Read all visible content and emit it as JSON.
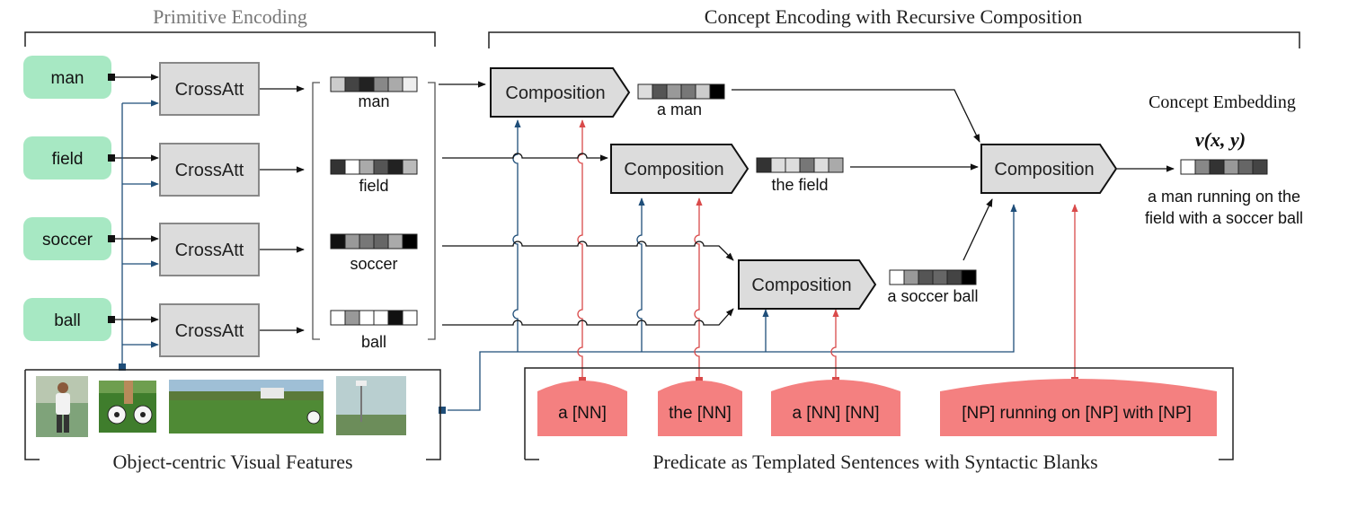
{
  "sections": {
    "primitive_encoding": "Primitive Encoding",
    "concept_encoding": "Concept Encoding with Recursive Composition",
    "visual_features": "Object-centric Visual Features",
    "predicates": "Predicate as Templated Sentences with Syntactic Blanks",
    "concept_embedding": "Concept Embedding"
  },
  "primitives": [
    {
      "word": "man",
      "crossatt": "CrossAtt",
      "vector_label": "man",
      "vector_shades": [
        "#cccccc",
        "#444444",
        "#222222",
        "#888888",
        "#aaaaaa",
        "#eeeeee"
      ]
    },
    {
      "word": "field",
      "crossatt": "CrossAtt",
      "vector_label": "field",
      "vector_shades": [
        "#333333",
        "#ffffff",
        "#aaaaaa",
        "#555555",
        "#222222",
        "#bbbbbb"
      ]
    },
    {
      "word": "soccer",
      "crossatt": "CrossAtt",
      "vector_label": "soccer",
      "vector_shades": [
        "#111111",
        "#999999",
        "#777777",
        "#666666",
        "#aaaaaa",
        "#000000"
      ]
    },
    {
      "word": "ball",
      "crossatt": "CrossAtt",
      "vector_label": "ball",
      "vector_shades": [
        "#ffffff",
        "#999999",
        "#ffffff",
        "#ffffff",
        "#111111",
        "#ffffff"
      ]
    }
  ],
  "compositions": [
    {
      "label": "Composition",
      "output_label": "a man",
      "vector_shades": [
        "#dddddd",
        "#555555",
        "#999999",
        "#777777",
        "#cccccc",
        "#000000"
      ]
    },
    {
      "label": "Composition",
      "output_label": "the field",
      "vector_shades": [
        "#333333",
        "#dddddd",
        "#dddddd",
        "#777777",
        "#dddddd",
        "#aaaaaa"
      ]
    },
    {
      "label": "Composition",
      "output_label": "a soccer ball",
      "vector_shades": [
        "#ffffff",
        "#999999",
        "#555555",
        "#666666",
        "#444444",
        "#000000"
      ]
    },
    {
      "label": "Composition"
    }
  ],
  "embedding": {
    "formula": "v(x, y)",
    "vector_shades": [
      "#ffffff",
      "#888888",
      "#333333",
      "#999999",
      "#666666",
      "#444444"
    ],
    "caption_line1": "a man running on the",
    "caption_line2": "field with a soccer ball"
  },
  "templates": [
    {
      "text": "a [NN]"
    },
    {
      "text": "the [NN]"
    },
    {
      "text": "a [NN] [NN]"
    },
    {
      "text": "[NP] running on [NP] with [NP]"
    }
  ],
  "colors": {
    "primitive_fill": "#a7e8c3",
    "box_fill": "#dcdcdc",
    "box_stroke": "#888888",
    "template_fill": "#f48080",
    "visual_line": "#1f4e79",
    "predicate_line": "#d94a4a"
  }
}
